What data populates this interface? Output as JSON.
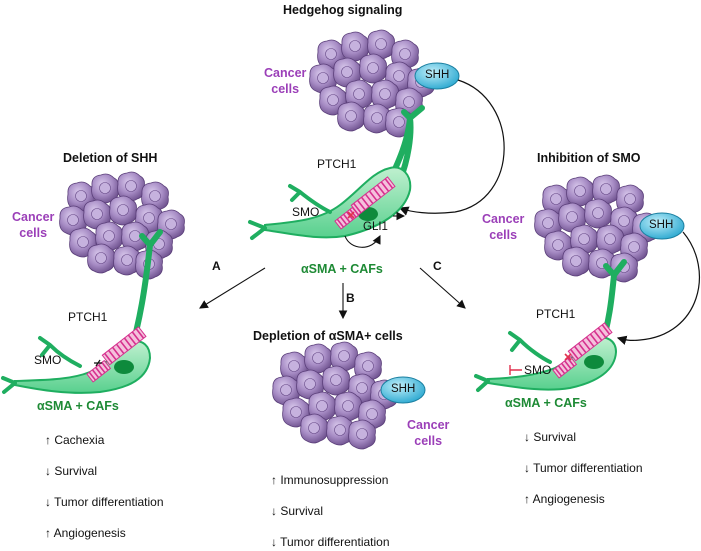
{
  "title": "Hedgehog signaling",
  "center": {
    "cancer_label": [
      "Cancer",
      "cells"
    ],
    "shh": "SHH",
    "ptch1": "PTCH1",
    "smo": "SMO",
    "gli1": "GLI1",
    "caf": "αSMA + CAFs"
  },
  "left": {
    "heading": "Deletion of SHH",
    "cancer_label": [
      "Cancer",
      "cells"
    ],
    "ptch1": "PTCH1",
    "smo": "SMO",
    "caf": "αSMA + CAFs",
    "effects": [
      "↑ Cachexia",
      "↓ Survival",
      "↓ Tumor differentiation",
      "↑ Angiogenesis"
    ]
  },
  "middle": {
    "heading": "Depletion of αSMA+ cells",
    "shh": "SHH",
    "cancer_label": [
      "Cancer",
      "cells"
    ],
    "effects": [
      "↑ Immunosuppression",
      "↓ Survival",
      "↓ Tumor differentiation"
    ]
  },
  "right": {
    "heading": "Inhibition of SMO",
    "cancer_label": [
      "Cancer",
      "cells"
    ],
    "shh": "SHH",
    "ptch1": "PTCH1",
    "smo": "SMO",
    "caf": "αSMA + CAFs",
    "effects": [
      "↓ Survival",
      "↓ Tumor differentiation",
      "↑ Angiogenesis"
    ]
  },
  "arrow_labels": {
    "a": "A",
    "b": "B",
    "c": "C"
  },
  "colors": {
    "cancer_text": "#9b3fb8",
    "caf_text": "#1e8a35",
    "cell_body": "#3cc47a",
    "nucleus": "#0e8a3c",
    "receptor": "#d6308e",
    "shh_fill": "#3bb6d8",
    "tumor": "#9a7eb8",
    "inhibit": "#e0314e"
  }
}
